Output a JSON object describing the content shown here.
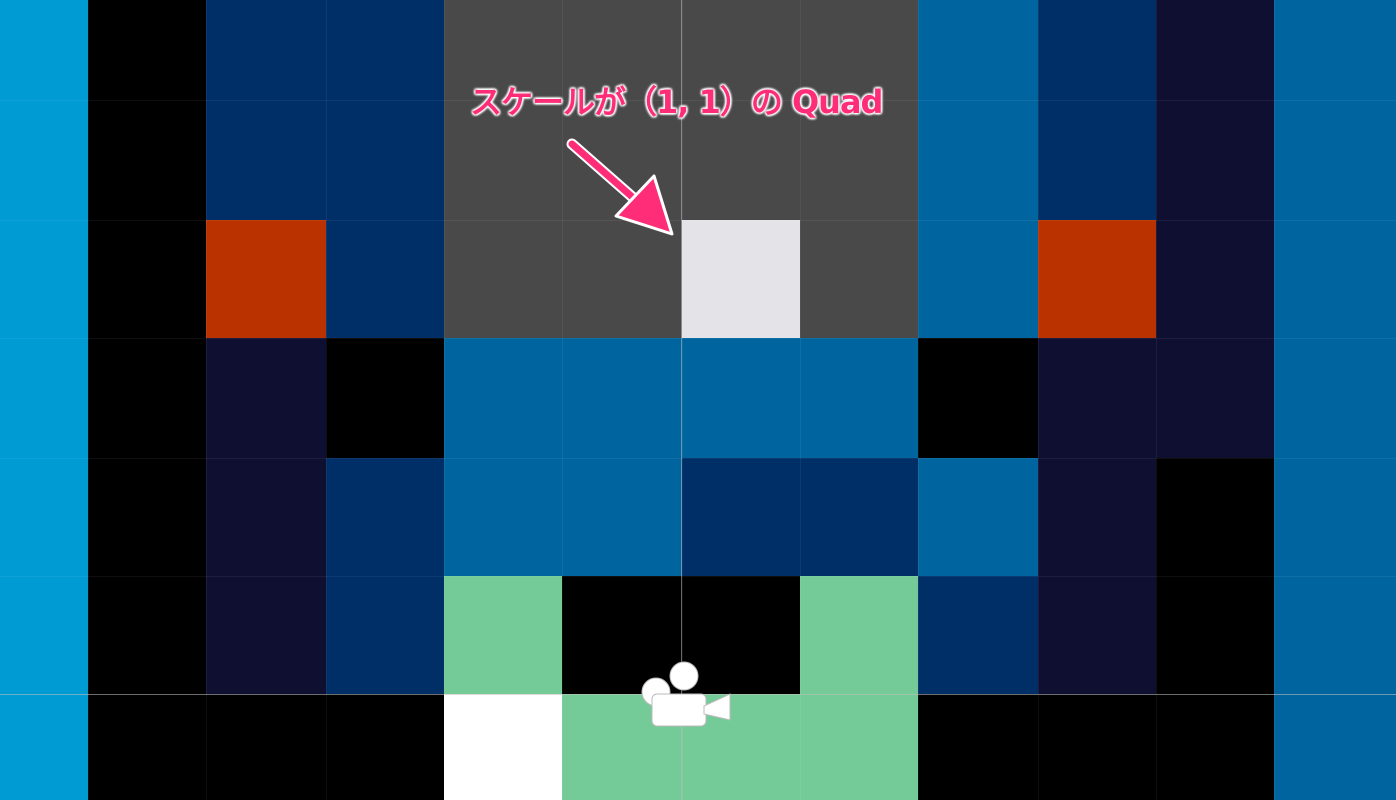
{
  "annotation": {
    "text": "スケールが（1, 1）の Quad"
  },
  "scene": {
    "colors": {
      "sky": "#009bd3",
      "black": "#000000",
      "navy": "#002e67",
      "dark_purple": "#0f0f31",
      "orange": "#ba3200",
      "gray": "#494949",
      "quad": "#e3e3e8",
      "teal": "#00659e",
      "mint": "#74cb98",
      "white": "#ffffff"
    },
    "columns": [
      [
        "sky",
        "sky",
        "sky",
        "sky",
        "sky",
        "sky",
        "sky"
      ],
      [
        "black",
        "black",
        "black",
        "black",
        "black",
        "black",
        "black"
      ],
      [
        "navy",
        "navy",
        "orange",
        "dark_purple",
        "dark_purple",
        "dark_purple",
        "black"
      ],
      [
        "navy",
        "navy",
        "navy",
        "black",
        "navy",
        "navy",
        "black"
      ],
      [
        "gray",
        "gray",
        "gray",
        "teal",
        "teal",
        "mint",
        "white"
      ],
      [
        "gray",
        "gray",
        "gray",
        "teal",
        "teal",
        "black",
        "mint"
      ],
      [
        "gray",
        "gray",
        "quad",
        "teal",
        "navy",
        "black",
        "mint"
      ],
      [
        "gray",
        "gray",
        "gray",
        "teal",
        "navy",
        "mint",
        "mint"
      ],
      [
        "teal",
        "teal",
        "teal",
        "black",
        "teal",
        "navy",
        "black"
      ],
      [
        "navy",
        "navy",
        "orange",
        "dark_purple",
        "dark_purple",
        "dark_purple",
        "black"
      ],
      [
        "dark_purple",
        "dark_purple",
        "dark_purple",
        "dark_purple",
        "black",
        "black",
        "black"
      ],
      [
        "teal",
        "teal",
        "teal",
        "teal",
        "teal",
        "teal",
        "teal"
      ]
    ],
    "gizmo": {
      "icon": "video-camera-icon",
      "color": "#ffffff"
    },
    "arrow_icon": "arrow-pointer-icon",
    "highlight_color": "#ff2d78"
  }
}
